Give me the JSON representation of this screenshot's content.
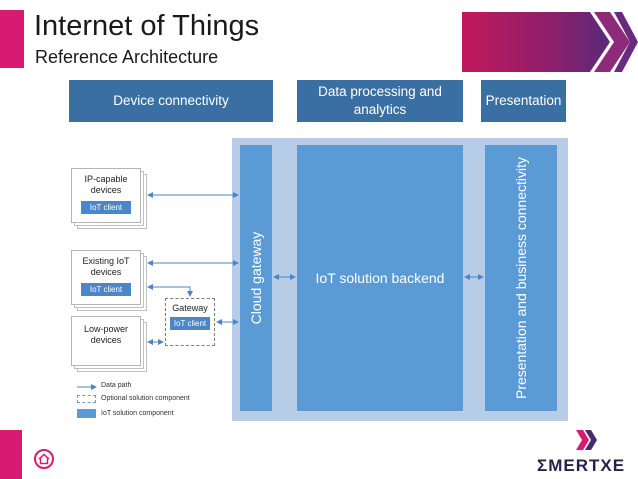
{
  "slide": {
    "title": "Internet of Things",
    "subtitle": "Reference Architecture"
  },
  "headers": {
    "device_connectivity": "Device connectivity",
    "data_processing": "Data processing and analytics",
    "presentation": "Presentation"
  },
  "components": {
    "cloud_gateway": "Cloud gateway",
    "backend": "IoT solution backend",
    "presentation_connectivity": "Presentation and business connectivity"
  },
  "devices": [
    {
      "label": "IP-capable devices",
      "client": "IoT client"
    },
    {
      "label": "Existing IoT devices",
      "client": "IoT client"
    },
    {
      "label": "Low-power devices"
    }
  ],
  "gateway": {
    "label": "Gateway",
    "client": "IoT client"
  },
  "legend": {
    "data_path": "Data path",
    "optional": "Optional solution component",
    "component": "IoT solution component"
  },
  "logo": {
    "text": "ΣMERTXE"
  },
  "colors": {
    "accent_magenta": "#d81b72",
    "header_blue": "#3a6fa4",
    "component_blue": "#5b9bd5",
    "platform_bg": "#b7cce6",
    "logo_purple": "#4a2a6b"
  },
  "icons": {
    "home": "home-icon",
    "header_decoration": "chevron-banner-icon",
    "logo": "emertxe-logo-icon"
  }
}
